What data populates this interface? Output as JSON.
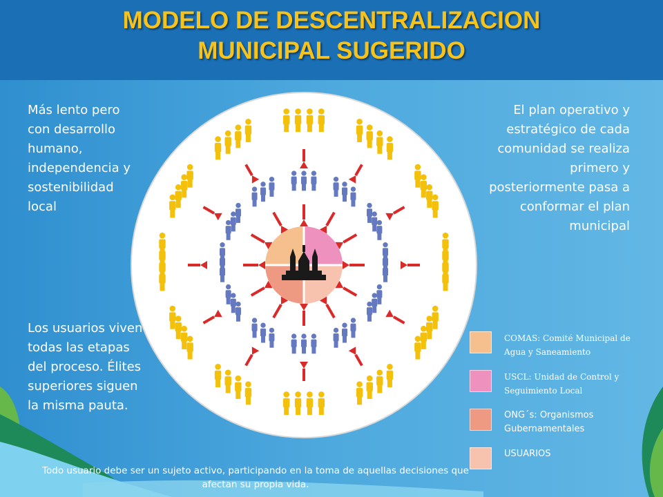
{
  "title": {
    "line1": "MODELO DE DESCENTRALIZACION",
    "line2": "MUNICIPAL  SUGERIDO"
  },
  "left_top_text": "Más lento pero con  desarrollo humano, independencia y sostenibilidad local",
  "left_bottom_text": "Los usuarios viven todas las etapas del proceso. Élites superiores siguen la misma pauta.",
  "right_top_text": "El plan operativo y estratégico de cada comunidad  se realiza primero y posteriormente pasa a conformar el plan municipal",
  "footer_text": "Todo usuario debe ser un sujeto activo, participando en la toma de aquellas decisiones que afectan su propia vida.",
  "legend": [
    {
      "label": "COMAS: Comité Municipal de Agua y Saneamiento",
      "color": "#f5c08e"
    },
    {
      "label": "USCL: Unidad de Control y Seguimiento Local",
      "color": "#ef91be"
    },
    {
      "label": "ONG´s:  Organismos Gubernamentales",
      "color": "#ee9a82"
    },
    {
      "label": "USUARIOS",
      "color": "#f7c3ae"
    }
  ],
  "colors": {
    "header": "#1a6fb5",
    "panel": "#4aa6dc",
    "title": "#f6c21c",
    "outer_people": "#f3c10c",
    "inner_people": "#6479bf",
    "arrows": "#d92a2a",
    "circle": "#ffffff"
  },
  "icons": {
    "center": "church-silhouette-icon",
    "people": "person-group-icon",
    "arrow": "arrow-icon"
  }
}
